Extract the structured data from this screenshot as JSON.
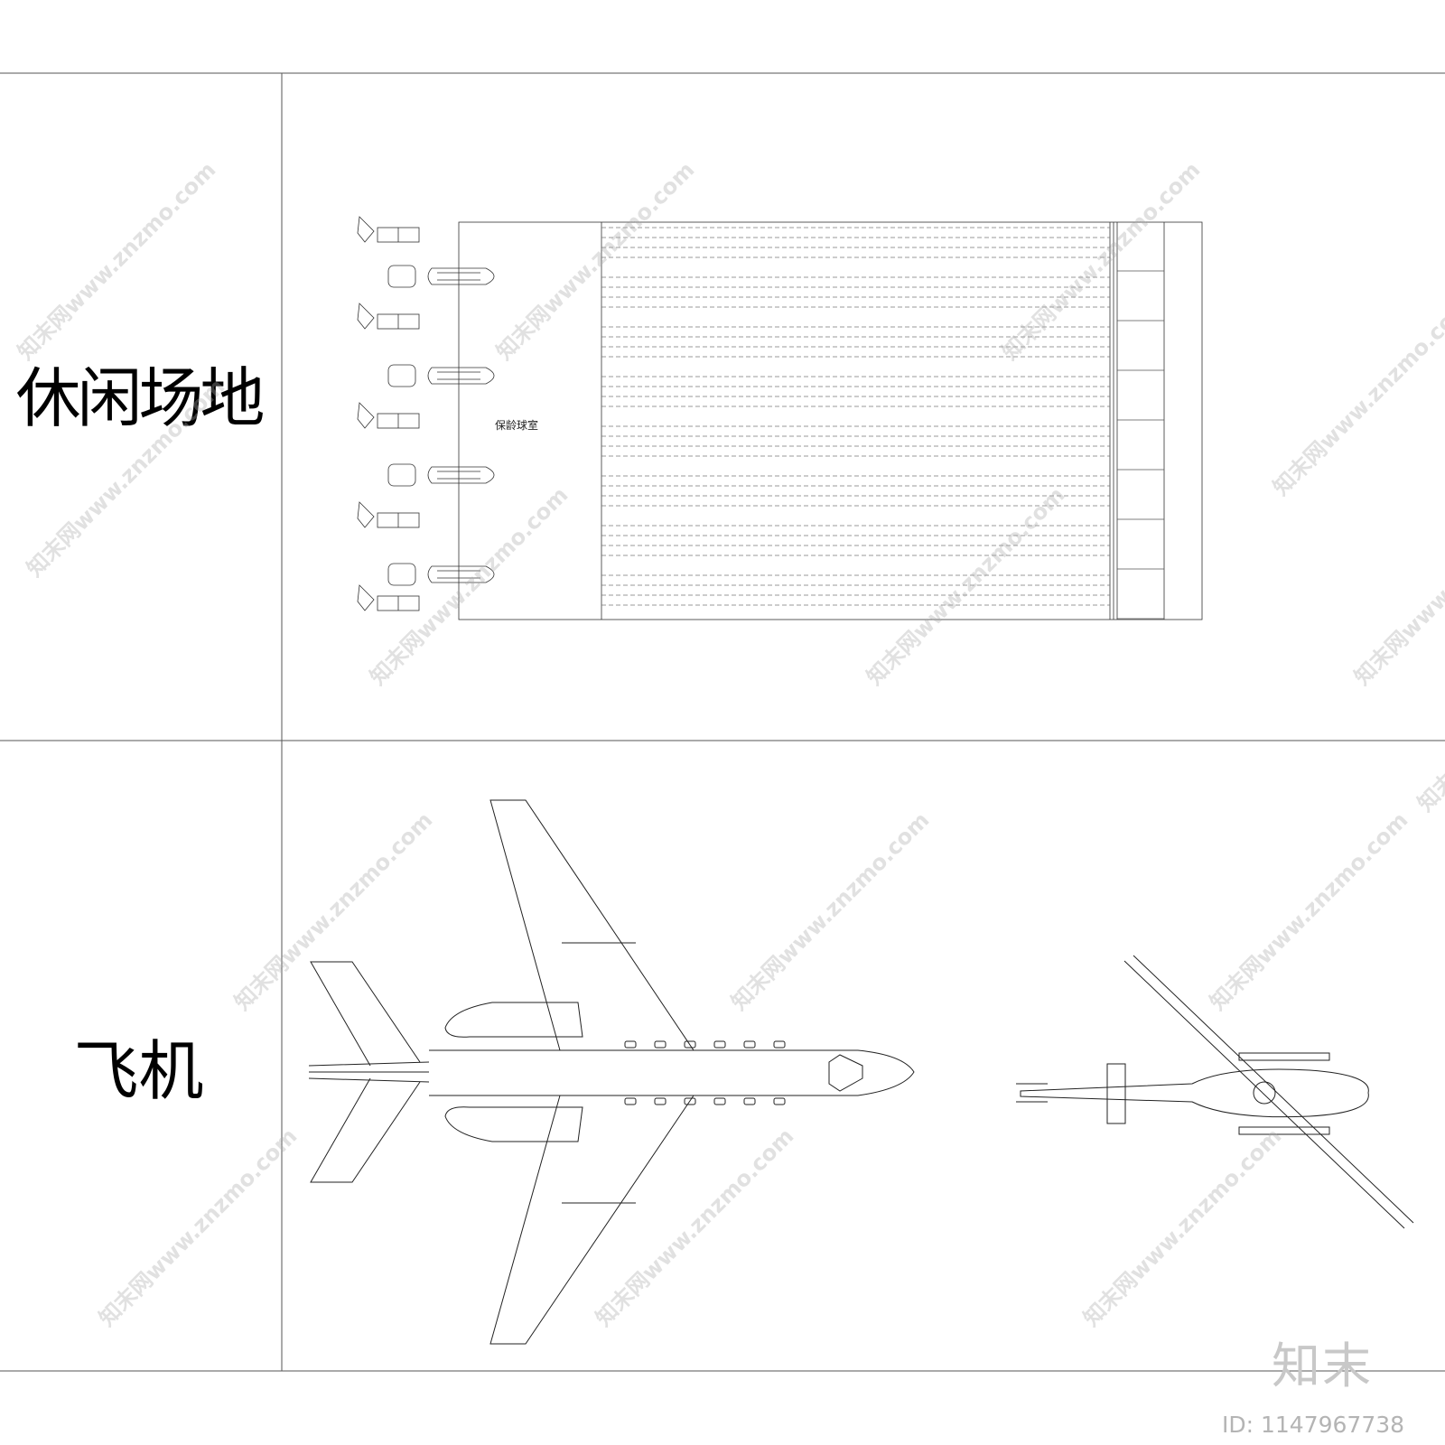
{
  "rows": [
    {
      "label": "休闲场地",
      "room_label": "保龄球室"
    },
    {
      "label": "飞机"
    }
  ],
  "watermark": {
    "text": "知末网www.znzmo.com"
  },
  "footer": {
    "brand": "知末",
    "id_text": "ID: 1147967738"
  },
  "icons": [
    "sofa-icon",
    "armchair-icon",
    "bowling-ball-return-icon",
    "jet-airplane-icon",
    "helicopter-icon"
  ]
}
